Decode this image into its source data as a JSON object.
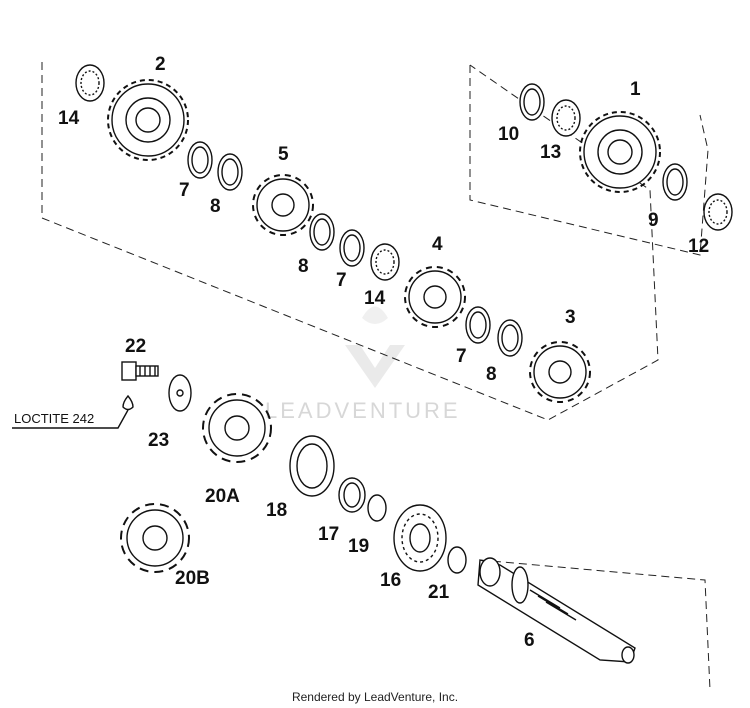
{
  "diagram": {
    "parts": [
      {
        "id": "p1",
        "label": "1"
      },
      {
        "id": "p2",
        "label": "2"
      },
      {
        "id": "p3",
        "label": "3"
      },
      {
        "id": "p4",
        "label": "4"
      },
      {
        "id": "p5",
        "label": "5"
      },
      {
        "id": "p6",
        "label": "6"
      },
      {
        "id": "p7a",
        "label": "7"
      },
      {
        "id": "p7b",
        "label": "7"
      },
      {
        "id": "p7c",
        "label": "7"
      },
      {
        "id": "p8a",
        "label": "8"
      },
      {
        "id": "p8b",
        "label": "8"
      },
      {
        "id": "p8c",
        "label": "8"
      },
      {
        "id": "p9",
        "label": "9"
      },
      {
        "id": "p10",
        "label": "10"
      },
      {
        "id": "p12",
        "label": "12"
      },
      {
        "id": "p13",
        "label": "13"
      },
      {
        "id": "p14a",
        "label": "14"
      },
      {
        "id": "p14b",
        "label": "14"
      },
      {
        "id": "p17",
        "label": "17"
      },
      {
        "id": "p18",
        "label": "18"
      },
      {
        "id": "p19",
        "label": "19"
      },
      {
        "id": "p20a",
        "label": "20A"
      },
      {
        "id": "p20b",
        "label": "20B"
      },
      {
        "id": "p21",
        "label": "21"
      },
      {
        "id": "p22",
        "label": "22"
      },
      {
        "id": "p23",
        "label": "23"
      }
    ],
    "callout": "LOCTITE 242",
    "watermark": "LEADVENTURE"
  },
  "footer": {
    "text": "Rendered by LeadVenture, Inc."
  }
}
